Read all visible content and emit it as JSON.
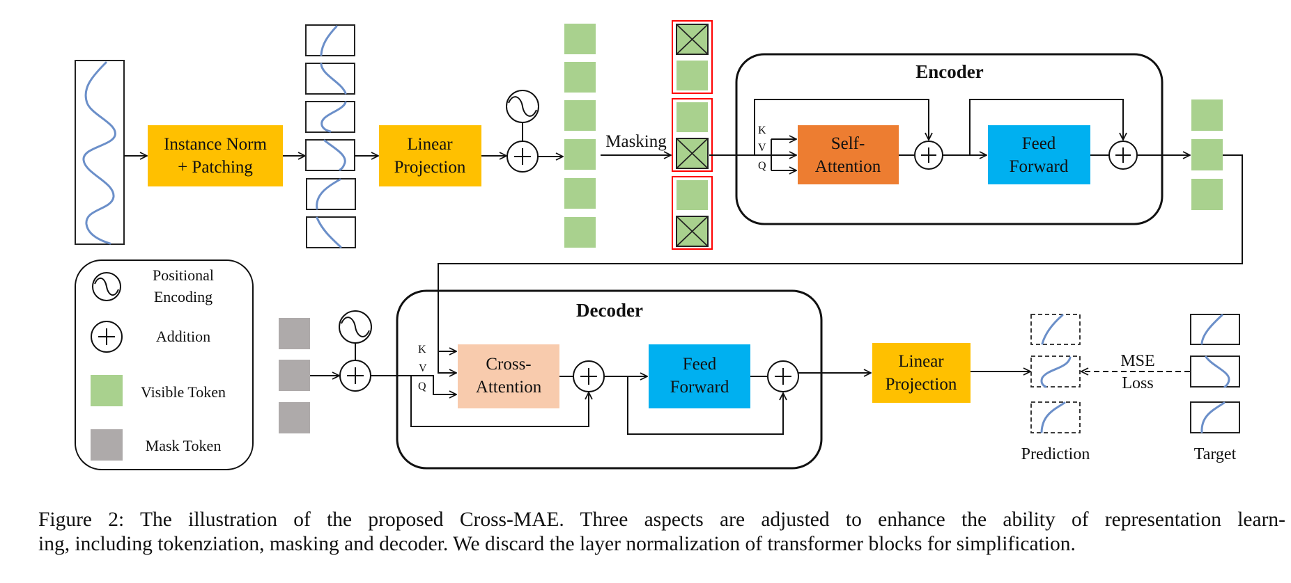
{
  "colors": {
    "norm_block": "#FFC000",
    "linear_block": "#FFC000",
    "self_attention": "#ED7D31",
    "feed_forward": "#00B0F0",
    "cross_attention": "#F8CBAD",
    "visible_token": "#A9D18E",
    "mask_token": "#AEAAAA",
    "mask_group_border": "#FF0000",
    "series_wave": "#6B8FC9"
  },
  "top_row": {
    "instance_norm": [
      "Instance Norm",
      "+ Patching"
    ],
    "linear_projection": [
      "Linear",
      "Projection"
    ],
    "masking_label": "Masking",
    "patch_count": 6,
    "token_count": 6,
    "mask_groups": [
      [
        "masked",
        "visible"
      ],
      [
        "visible",
        "masked"
      ],
      [
        "visible",
        "masked"
      ]
    ]
  },
  "encoder": {
    "title": "Encoder",
    "kvq": [
      "K",
      "V",
      "Q"
    ],
    "self_attention": [
      "Self-",
      "Attention"
    ],
    "feed_forward": [
      "Feed",
      "Forward"
    ],
    "output_token_count": 3
  },
  "legend": {
    "items": [
      {
        "icon": "positional-encoding-icon",
        "label": [
          "Positional",
          "Encoding"
        ]
      },
      {
        "icon": "addition-icon",
        "label": [
          "Addition"
        ]
      },
      {
        "icon": "visible-token-icon",
        "label": [
          "Visible Token"
        ]
      },
      {
        "icon": "mask-token-icon",
        "label": [
          "Mask Token"
        ]
      }
    ]
  },
  "decoder": {
    "title": "Decoder",
    "kvq": [
      "K",
      "V",
      "Q"
    ],
    "cross_attention": [
      "Cross-",
      "Attention"
    ],
    "feed_forward": [
      "Feed",
      "Forward"
    ],
    "mask_token_count": 3
  },
  "output": {
    "linear_projection": [
      "Linear",
      "Projection"
    ],
    "loss_label": [
      "MSE",
      "Loss"
    ],
    "prediction_label": "Prediction",
    "target_label": "Target"
  },
  "caption": {
    "line1": "Figure 2: The illustration of the proposed Cross-MAE. Three aspects are adjusted to enhance the ability of representation learn-",
    "line2": "ing, including tokenziation, masking and decoder. We discard the layer normalization of transformer blocks for simplification."
  }
}
